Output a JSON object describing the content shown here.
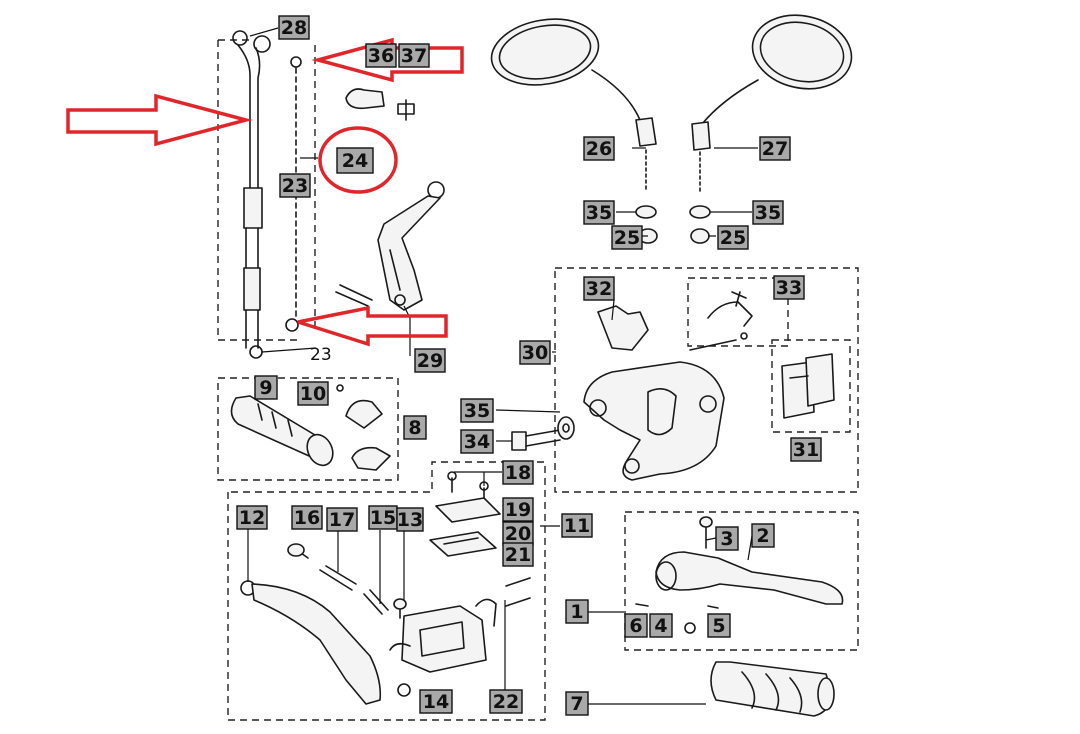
{
  "callouts": {
    "c28": "28",
    "c36": "36",
    "c37": "37",
    "c24": "24",
    "c23": "23",
    "c23b": "23",
    "c29": "29",
    "c26": "26",
    "c27": "27",
    "c35a": "35",
    "c35b": "35",
    "c25a": "25",
    "c25b": "25",
    "c32": "32",
    "c33": "33",
    "c30": "30",
    "c31": "31",
    "c9": "9",
    "c10": "10",
    "c8": "8",
    "c35c": "35",
    "c34": "34",
    "c18": "18",
    "c19": "19",
    "c20": "20",
    "c21": "21",
    "c11": "11",
    "c12": "12",
    "c16": "16",
    "c17": "17",
    "c15": "15",
    "c13": "13",
    "c14": "14",
    "c22": "22",
    "c3": "3",
    "c2": "2",
    "c1": "1",
    "c6": "6",
    "c4": "4",
    "c5": "5",
    "c7": "7"
  },
  "colors": {
    "annotation_red": "#e0262a",
    "label_fill": "#a9a9a9",
    "line": "#1a1a1a"
  }
}
